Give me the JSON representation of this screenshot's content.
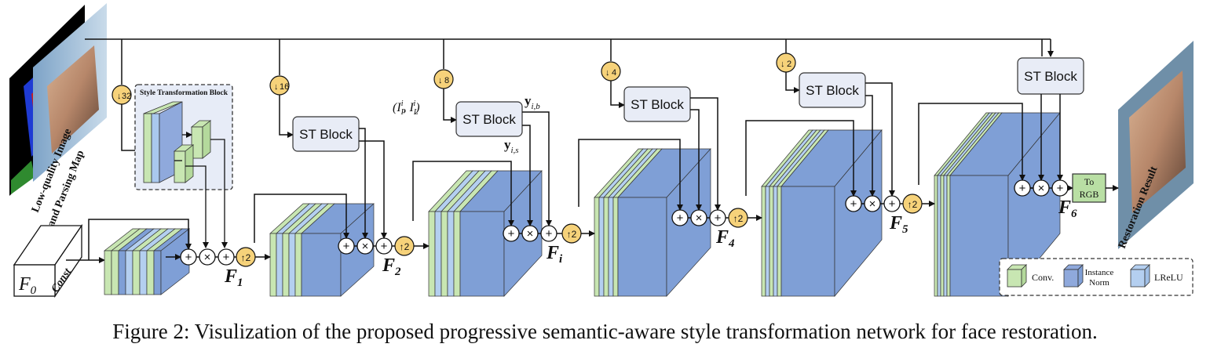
{
  "figure": {
    "caption": "Figure 2: Visulization of the proposed progressive semantic-aware style transformation network for face restoration.",
    "input_label_line1": "Low-quality Image",
    "input_label_line2": "and Parsing Map",
    "output_label": "Restoration Result",
    "const_label": "Const",
    "f0_label": "F",
    "f0_sub": "0",
    "style_block_title": "Style Transformation Block",
    "st_block_label": "ST Block",
    "to_rgb_label_1": "To",
    "to_rgb_label_2": "RGB",
    "downsample_factors": [
      "32",
      "16",
      "8",
      "4",
      "2"
    ],
    "upsample_factor": "2",
    "feature_labels": [
      {
        "main": "F",
        "sub": "1"
      },
      {
        "main": "F",
        "sub": "2"
      },
      {
        "main": "F",
        "sub": "i"
      },
      {
        "main": "F",
        "sub": "4"
      },
      {
        "main": "F",
        "sub": "5"
      },
      {
        "main": "F",
        "sub": "6"
      }
    ],
    "st_inputs_label": "(I",
    "st_inputs_p": "P",
    "st_inputs_l": "L",
    "st_inputs_i": "i",
    "y_b": "y",
    "y_b_sub": "i,b",
    "y_s": "y",
    "y_s_sub": "i,s",
    "ops": {
      "plus": "+",
      "times": "×"
    }
  },
  "legend": {
    "items": [
      {
        "label": "Conv.",
        "color": "#c8e6b2"
      },
      {
        "label_line1": "Instance",
        "label_line2": "Norm",
        "color": "#8fa9dc"
      },
      {
        "label": "LReLU",
        "color": "#a9c8ee"
      }
    ]
  },
  "colors": {
    "conv": "#c8e6b2",
    "norm": "#7f9fd6",
    "lrelu": "#b4cff0",
    "st_block": "#e8ecf6",
    "upsample": "#f6d27a",
    "to_rgb": "#b9dfa4",
    "style_box": "#e7ecf7"
  }
}
